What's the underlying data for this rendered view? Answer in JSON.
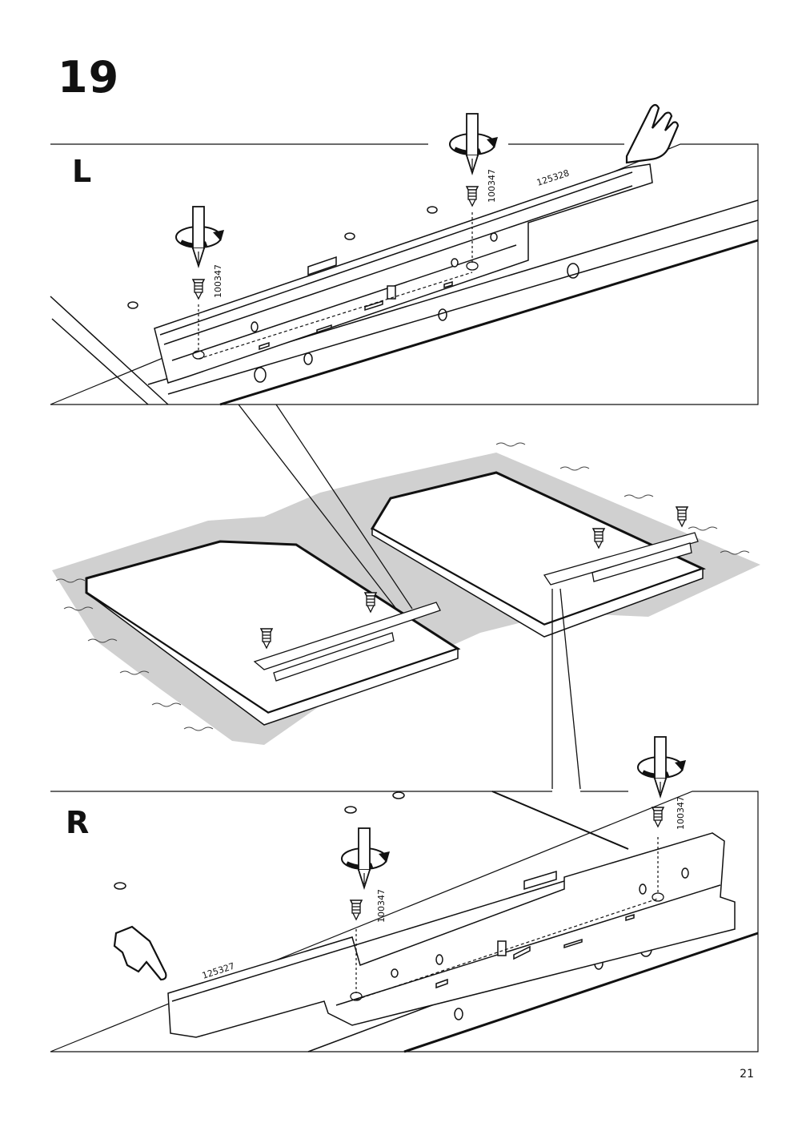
{
  "step": {
    "number": "19"
  },
  "panels": {
    "left": {
      "label": "L",
      "rail_part": "125328",
      "screw_part_1": "100347",
      "screw_part_2": "100347"
    },
    "right": {
      "label": "R",
      "rail_part": "125327",
      "screw_part_1": "100347",
      "screw_part_2": "100347"
    }
  },
  "page": {
    "number": "21"
  },
  "icons": [
    "screwdriver-turn-icon",
    "hand-pointing-icon",
    "screw-icon"
  ]
}
